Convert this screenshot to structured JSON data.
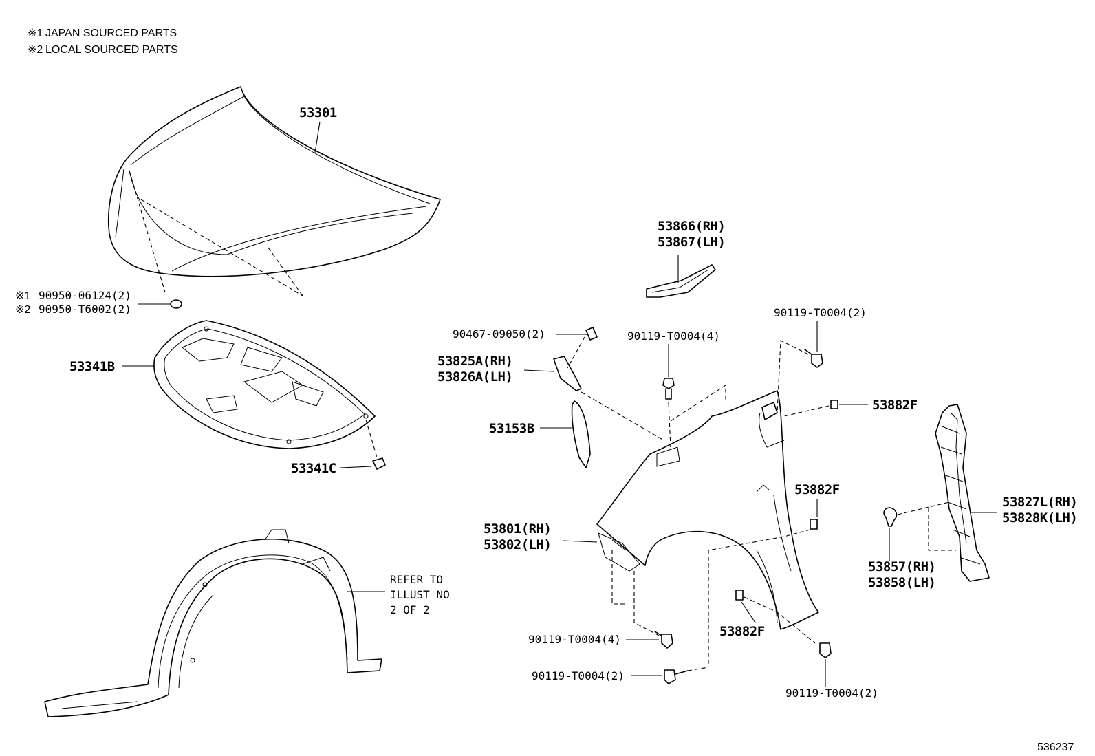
{
  "notes": [
    {
      "mark": "※1",
      "text": "JAPAN SOURCED PARTS"
    },
    {
      "mark": "※2",
      "text": "LOCAL SOURCED PARTS"
    }
  ],
  "parts": {
    "hood": "53301",
    "hood_plug_1": "90950-06124(2)",
    "hood_plug_2": "90950-T6002(2)",
    "hood_plug_mark_1": "※1",
    "hood_plug_mark_2": "※2",
    "hood_insulator": "53341B",
    "insulator_clip": "53341C",
    "liner_note_1": "REFER TO",
    "liner_note_2": "ILLUST NO",
    "liner_note_3": "2 OF 2",
    "fender_seal_rh": "53866(RH)",
    "fender_seal_lh": "53867(LH)",
    "clip_90467": "90467-09050(2)",
    "bracket_rh": "53825A(RH)",
    "bracket_lh": "53826A(LH)",
    "seal_53153b": "53153B",
    "bolt_top_4": "90119-T0004(4)",
    "bolt_top_right_2": "90119-T0004(2)",
    "nut_53882f_top": "53882F",
    "nut_53882f_mid": "53882F",
    "nut_53882f_bottom": "53882F",
    "fender_rh": "53801(RH)",
    "fender_lh": "53802(LH)",
    "protector_rh": "53827L(RH)",
    "protector_lh": "53828K(LH)",
    "clip_rh": "53857(RH)",
    "clip_lh": "53858(LH)",
    "bolt_bottom_4": "90119-T0004(4)",
    "bolt_bottom_2": "90119-T0004(2)",
    "bolt_bottom_right_2": "90119-T0004(2)"
  },
  "illustration_id": "536237"
}
